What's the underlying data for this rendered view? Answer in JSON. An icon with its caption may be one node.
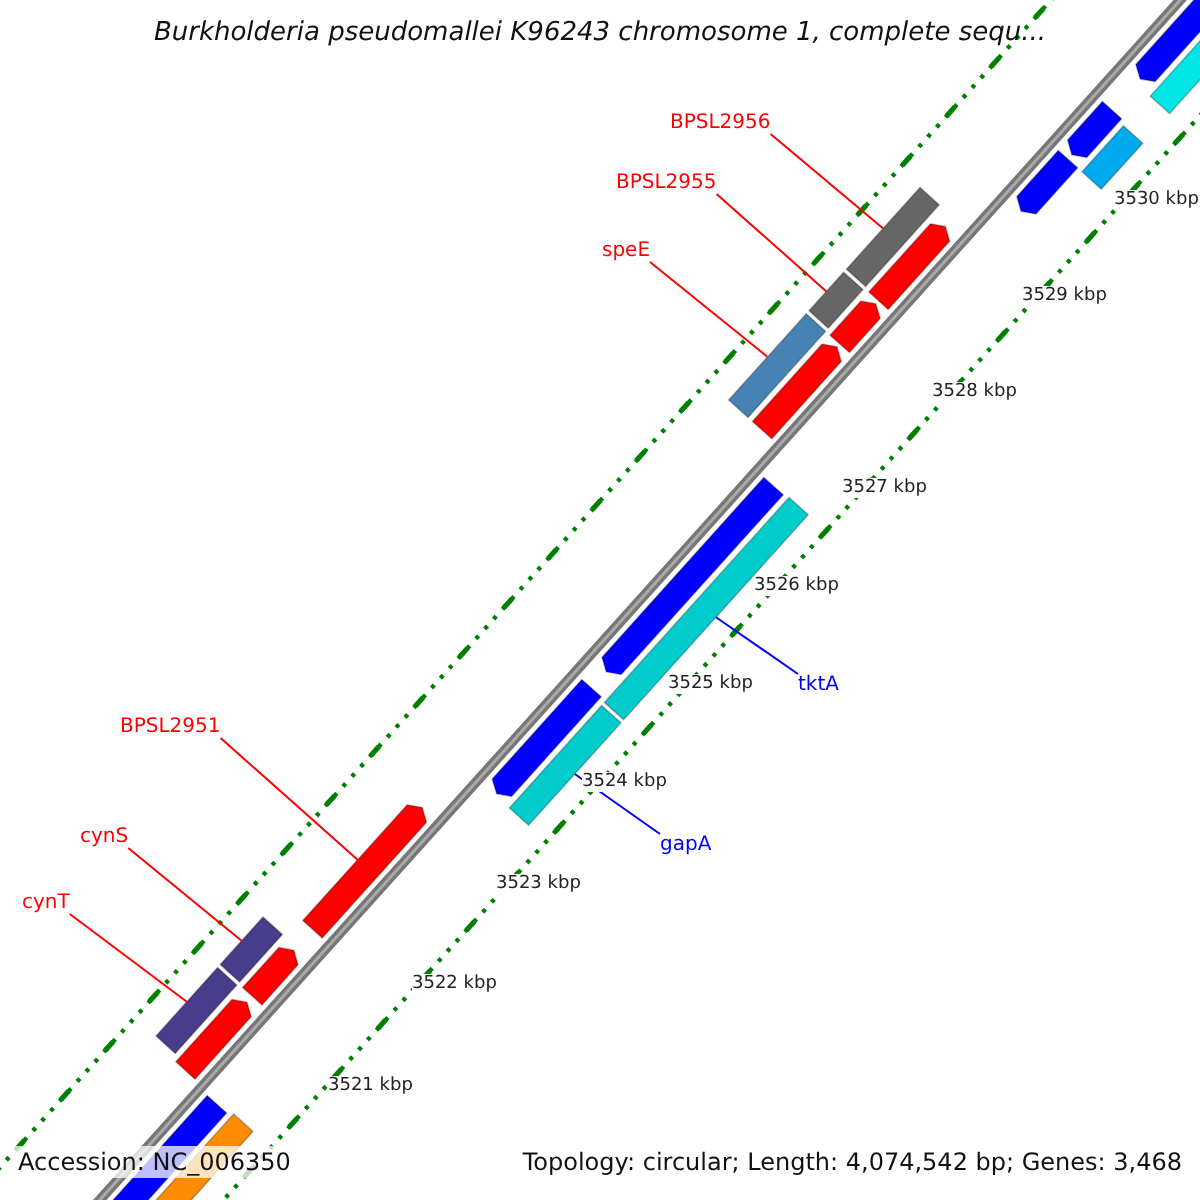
{
  "diagram": {
    "title": "Burkholderia pseudomallei K96243 chromosome 1, complete sequ...",
    "nodes": [
      {
        "text": [
          "BPSL2956"
        ]
      },
      {
        "text": [],
        "shape": "bar"
      },
      {
        "text": [
          "BPSL2955"
        ]
      },
      {
        "text": [],
        "shape": "bar"
      },
      {
        "text": [
          "speE"
        ]
      },
      {
        "text": [],
        "shape": "bar"
      },
      {
        "text": [
          "tktA"
        ]
      },
      {
        "text": [],
        "shape": "bar"
      },
      {
        "text": [
          "BPSL2951"
        ]
      },
      {
        "text": [],
        "shape": "arrow"
      },
      {
        "text": [
          "gapA"
        ]
      },
      {
        "text": [],
        "shape": "bar"
      },
      {
        "text": [
          "cynS"
        ]
      },
      {
        "text": [],
        "shape": "bar"
      },
      {
        "text": [
          "cynT"
        ]
      },
      {
        "text": [],
        "shape": "bar"
      }
    ],
    "edges": [
      {
        "from": 0,
        "to": 1,
        "arrow": "none"
      },
      {
        "from": 2,
        "to": 3,
        "arrow": "none"
      },
      {
        "from": 4,
        "to": 5,
        "arrow": "none"
      },
      {
        "from": 6,
        "to": 7,
        "arrow": "none",
        "color": "#0000ff"
      },
      {
        "from": 8,
        "to": 9,
        "arrow": "none"
      },
      {
        "from": 10,
        "to": 11,
        "arrow": "none",
        "color": "#0000ff"
      },
      {
        "from": 12,
        "to": 13,
        "arrow": "none"
      },
      {
        "from": 14,
        "to": 15,
        "arrow": "none"
      }
    ],
    "labels": [
      "3530 kbp",
      "3529 kbp",
      "3528 kbp",
      "3527 kbp",
      "3526 kbp",
      "3525 kbp",
      "3524 kbp",
      "3523 kbp",
      "3522 kbp",
      "3521 kbp",
      "Accession: NC_006350",
      "Topology: circular; Length: 4,074,542 bp; Genes: 3,468"
    ]
  }
}
